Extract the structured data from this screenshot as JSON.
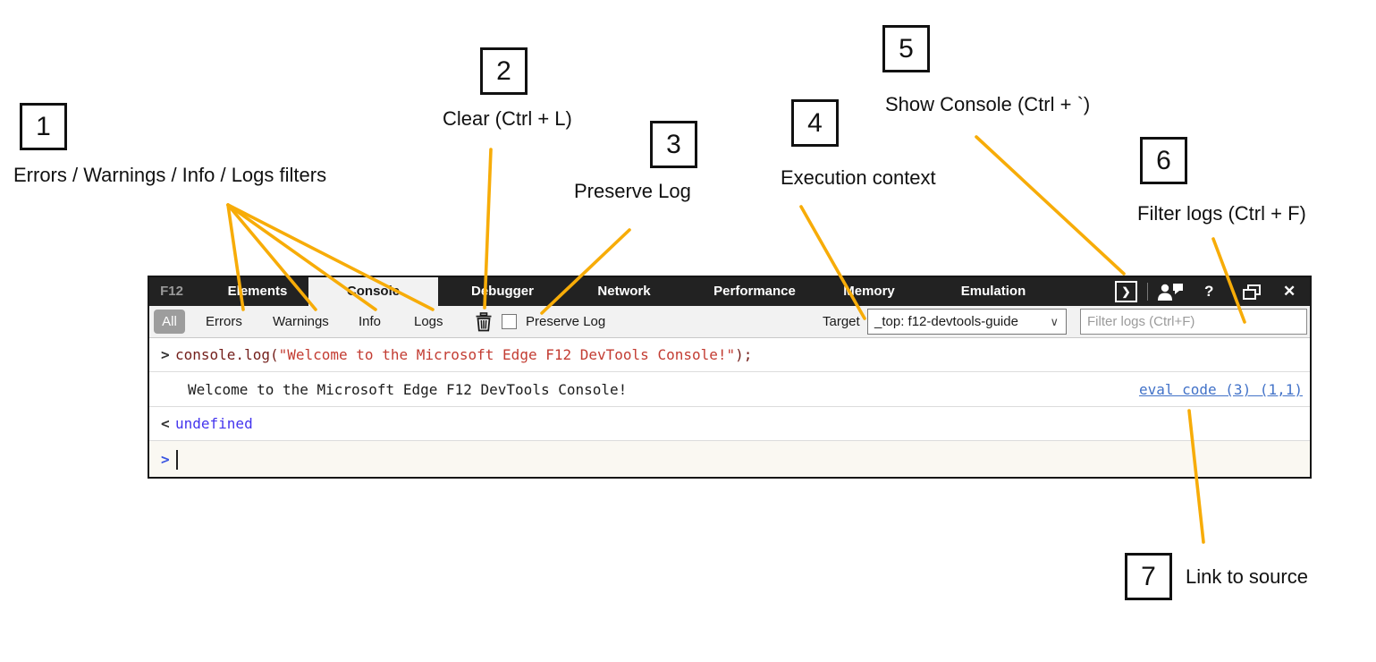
{
  "accent_color": "#F7AC08",
  "annotations": {
    "callouts": [
      {
        "number": "1",
        "label": "Errors / Warnings / Info / Logs filters"
      },
      {
        "number": "2",
        "label": "Clear (Ctrl + L)"
      },
      {
        "number": "3",
        "label": "Preserve Log"
      },
      {
        "number": "4",
        "label": "Execution context"
      },
      {
        "number": "5",
        "label": "Show Console (Ctrl + `)"
      },
      {
        "number": "6",
        "label": "Filter logs (Ctrl + F)"
      },
      {
        "number": "7",
        "label": "Link to source"
      }
    ]
  },
  "devtools": {
    "tabs": [
      {
        "label": "F12"
      },
      {
        "label": "Elements"
      },
      {
        "label": "Console"
      },
      {
        "label": "Debugger"
      },
      {
        "label": "Network"
      },
      {
        "label": "Performance"
      },
      {
        "label": "Memory"
      },
      {
        "label": "Emulation"
      }
    ],
    "window_icons": {
      "show_console_glyph": "❯",
      "help_glyph": "?",
      "close_glyph": "✕",
      "dropdown_chevron": "∨"
    },
    "toolbar": {
      "filters": [
        {
          "label": "All"
        },
        {
          "label": "Errors"
        },
        {
          "label": "Warnings"
        },
        {
          "label": "Info"
        },
        {
          "label": "Logs"
        }
      ],
      "preserve_log_label": "Preserve Log",
      "target_label": "Target",
      "target_value": "_top: f12-devtools-guide",
      "filter_placeholder": "Filter logs (Ctrl+F)"
    },
    "console": {
      "input_echo": {
        "prompt": ">",
        "code_prefix": "console.log(",
        "string_arg": "\"Welcome to the Microsoft Edge F12 DevTools Console!\"",
        "code_suffix": ");"
      },
      "log_row": {
        "message": "Welcome to the Microsoft Edge F12 DevTools Console!",
        "source_link": "eval code (3) (1,1)"
      },
      "result_row": {
        "prompt": "<",
        "value": "undefined"
      },
      "input_row": {
        "prompt": ">"
      }
    }
  }
}
